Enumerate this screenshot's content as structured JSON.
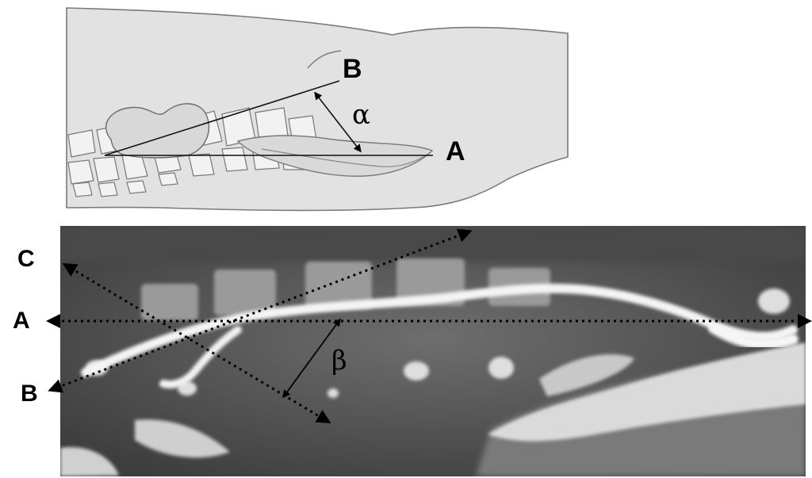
{
  "top_panel": {
    "label_b": "B",
    "label_a": "A",
    "angle_label": "α"
  },
  "bottom_panel": {
    "label_c": "C",
    "label_a": "A",
    "label_b": "B",
    "angle_label": "β"
  },
  "colors": {
    "skin": "#e2e2e2",
    "outline": "#6a6a6a",
    "bone": "#f2f2f2",
    "ct_background": "#585858",
    "contrast": "#f4f4f4",
    "line": "#000000"
  }
}
